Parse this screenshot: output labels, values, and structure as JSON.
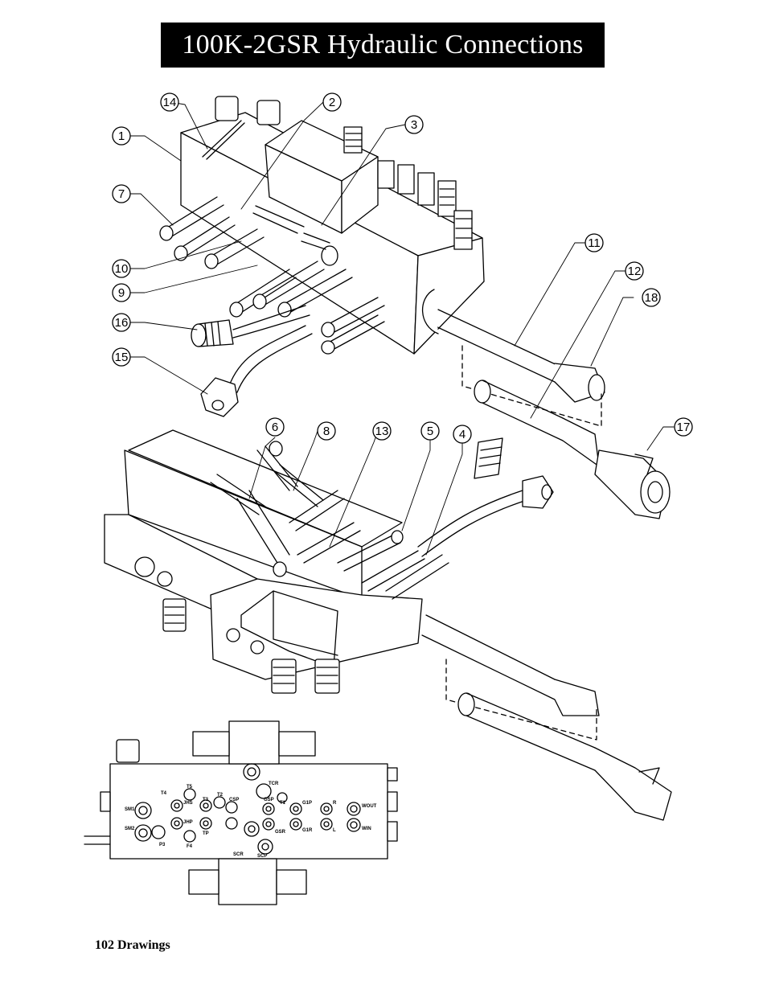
{
  "page": {
    "title": "100K-2GSR Hydraulic Connections",
    "footer": "102  Drawings"
  },
  "callouts": [
    "1",
    "2",
    "3",
    "4",
    "5",
    "6",
    "7",
    "8",
    "9",
    "10",
    "11",
    "12",
    "13",
    "14",
    "15",
    "16",
    "17",
    "18"
  ],
  "port_labels": {
    "front_view": [
      "SM1",
      "SM2",
      "P3",
      "T4",
      "JHS",
      "JHP",
      "T5",
      "T3",
      "T2",
      "F4",
      "TP",
      "CSP",
      "SCR",
      "SCP",
      "TCR",
      "T1",
      "GSP",
      "GSR",
      "G1P",
      "G1R",
      "R",
      "L",
      "WOUT",
      "WIN"
    ]
  },
  "colors": {
    "title_bg": "#000000",
    "title_fg": "#ffffff",
    "line": "#000000"
  }
}
